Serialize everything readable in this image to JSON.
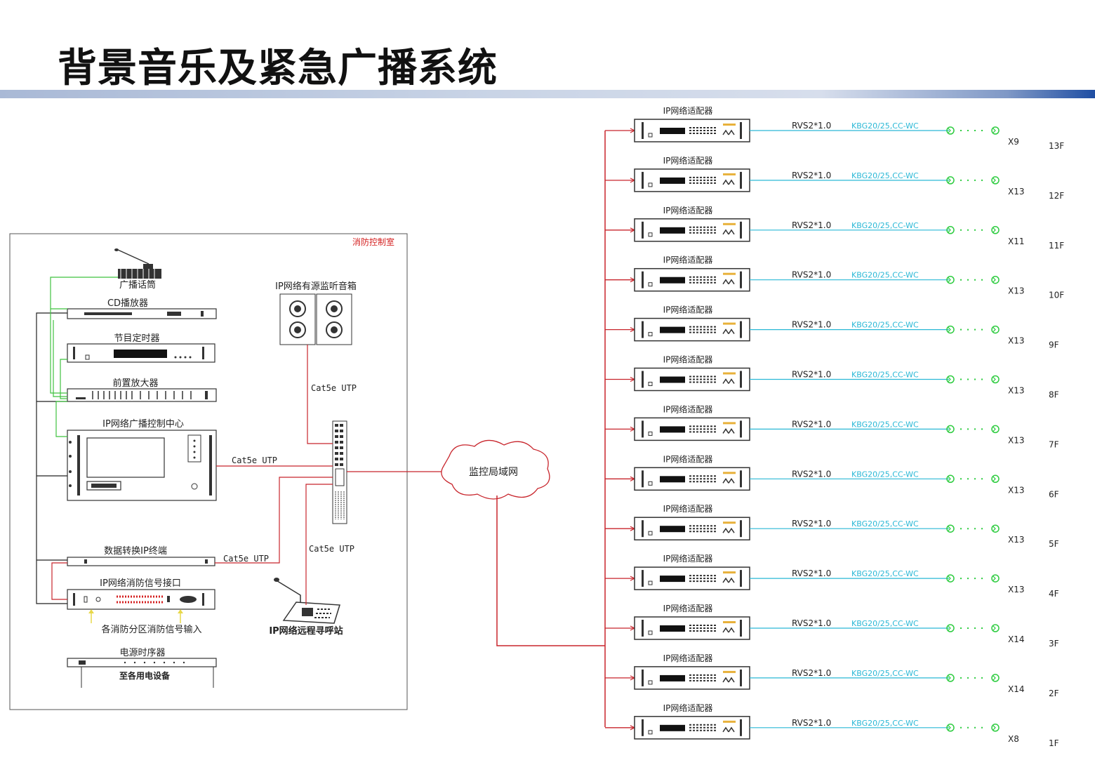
{
  "title": "背景音乐及紧急广播系统",
  "room_label": "消防控制室",
  "devices": {
    "microphone": "广播话筒",
    "cd_player": "CD播放器",
    "timer": "节目定时器",
    "preamp": "前置放大器",
    "control_center": "IP网络广播控制中心",
    "data_terminal": "数据转换IP终端",
    "fire_interface": "IP网络消防信号接口",
    "fire_inputs": "各消防分区消防信号输入",
    "power_sequencer": "电源时序器",
    "power_out": "至各用电设备",
    "monitor_speaker": "IP网络有源监听音箱",
    "remote_station": "IP网络远程寻呼站",
    "lan": "监控局域网"
  },
  "cable_label": "Cat5e UTP",
  "adapter_label": "IP网络适配器",
  "wire_spec": "RVS2*1.0",
  "conduit_spec": "KBG20/25,CC-WC",
  "floors": [
    {
      "floor": "13F",
      "count": "X9"
    },
    {
      "floor": "12F",
      "count": "X13"
    },
    {
      "floor": "11F",
      "count": "X11"
    },
    {
      "floor": "10F",
      "count": "X13"
    },
    {
      "floor": "9F",
      "count": "X13"
    },
    {
      "floor": "8F",
      "count": "X13"
    },
    {
      "floor": "7F",
      "count": "X13"
    },
    {
      "floor": "6F",
      "count": "X13"
    },
    {
      "floor": "5F",
      "count": "X13"
    },
    {
      "floor": "4F",
      "count": "X13"
    },
    {
      "floor": "3F",
      "count": "X14"
    },
    {
      "floor": "2F",
      "count": "X14"
    },
    {
      "floor": "1F",
      "count": "X8"
    }
  ],
  "colors": {
    "red_line": "#c8252c",
    "green_line": "#3fc23f",
    "cyan_line": "#2ab8d6",
    "speaker_green": "#2ecc40"
  }
}
